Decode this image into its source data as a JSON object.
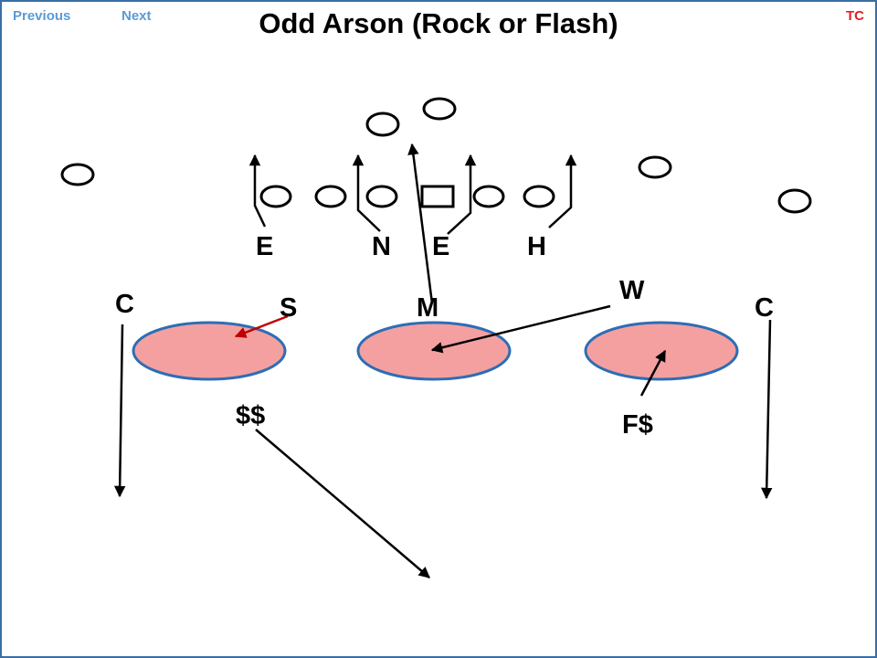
{
  "nav": {
    "previous": "Previous",
    "next": "Next",
    "tc": "TC"
  },
  "title": "Odd Arson (Rock or Flash)",
  "colors": {
    "zone_fill": "#f4a0a0",
    "zone_stroke": "#2e6db4",
    "nav_link": "#5b9bd5",
    "tc_link": "#e02020",
    "border": "#3a6ea5"
  },
  "labels": {
    "e_left": "E",
    "n": "N",
    "e_right": "E",
    "h": "H",
    "c_left": "C",
    "s": "S",
    "m": "M",
    "w": "W",
    "c_right": "C",
    "ss": "$$",
    "fs": "F$"
  }
}
